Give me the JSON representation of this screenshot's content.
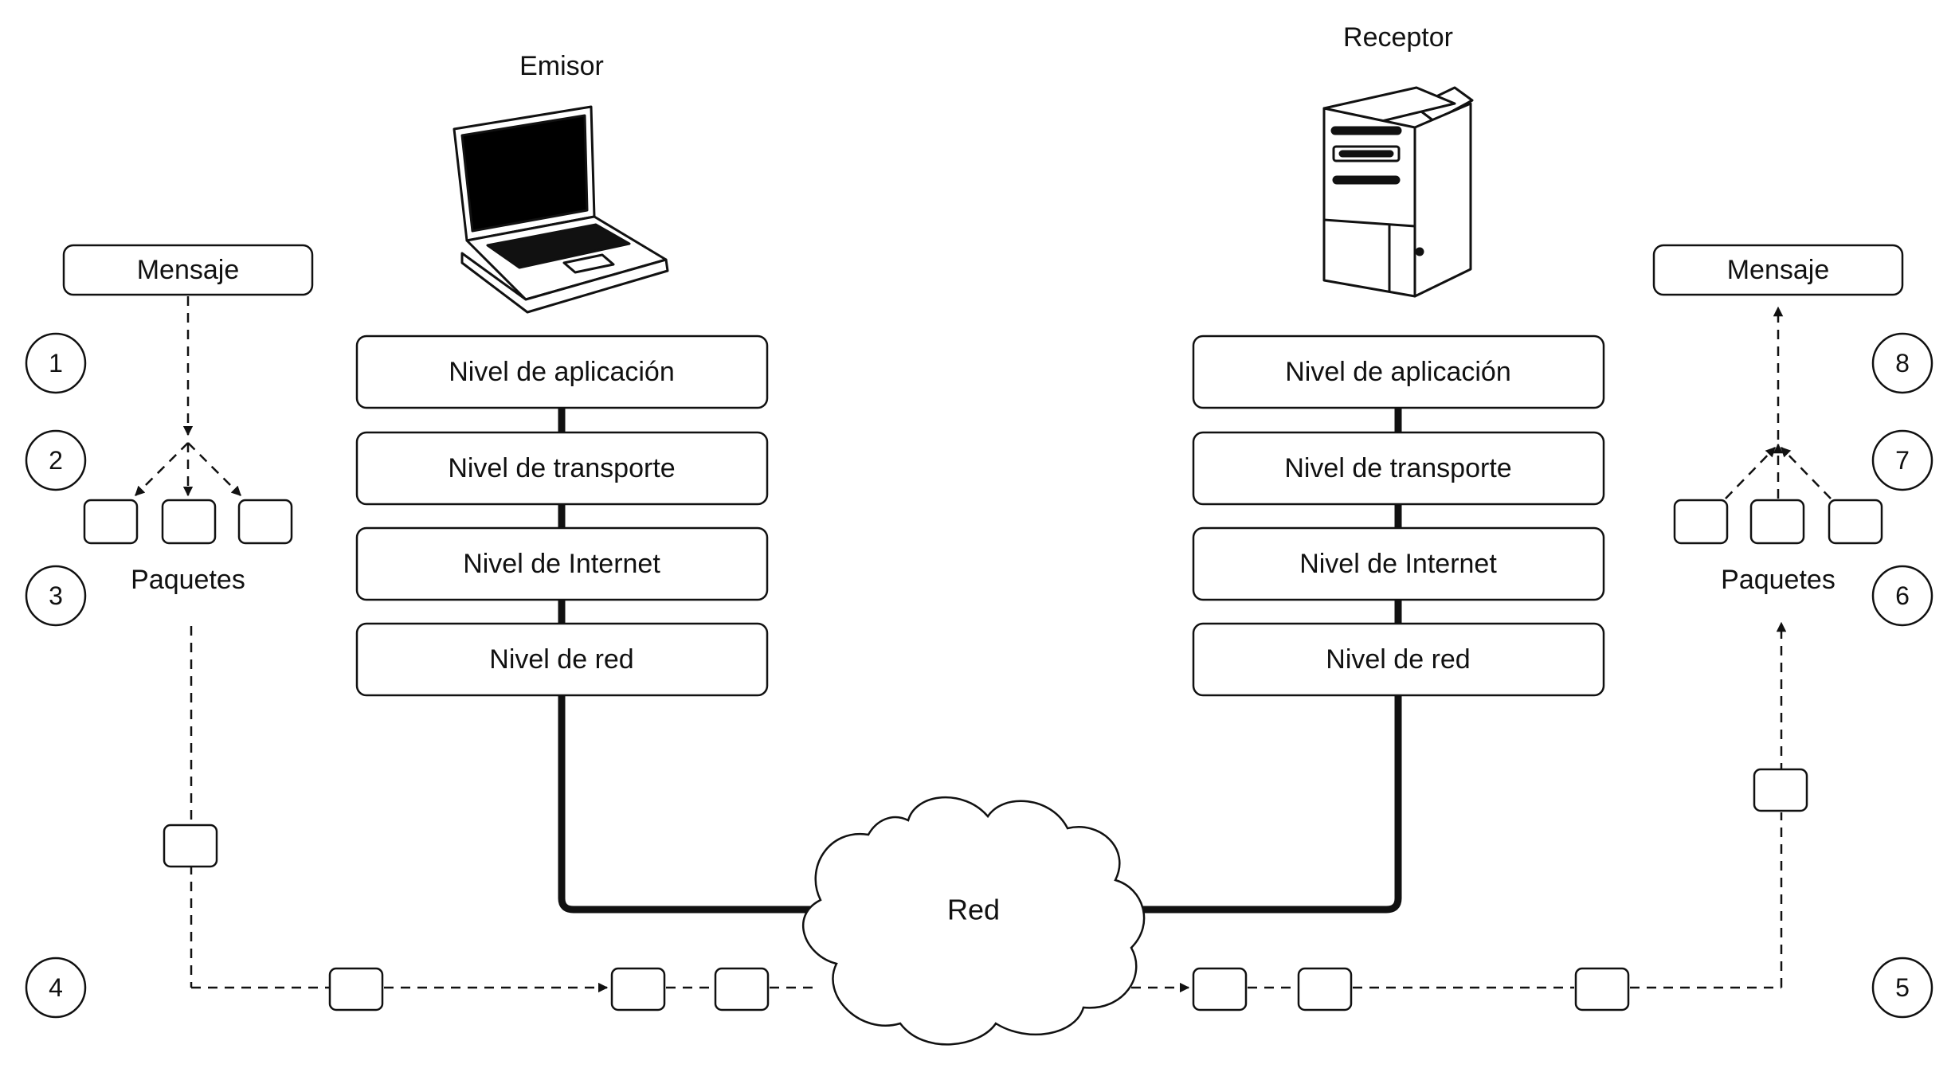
{
  "emisor": {
    "title": "Emisor",
    "layers": [
      "Nivel de aplicación",
      "Nivel de transporte",
      "Nivel de Internet",
      "Nivel de red"
    ]
  },
  "receptor": {
    "title": "Receptor",
    "layers": [
      "Nivel de aplicación",
      "Nivel de transporte",
      "Nivel de Internet",
      "Nivel de red"
    ]
  },
  "network": {
    "label": "Red"
  },
  "left_flow": {
    "message": "Mensaje",
    "packets_label": "Paquetes"
  },
  "right_flow": {
    "message": "Mensaje",
    "packets_label": "Paquetes"
  },
  "steps": [
    "1",
    "2",
    "3",
    "4",
    "5",
    "6",
    "7",
    "8"
  ],
  "colors": {
    "stroke": "#111111",
    "background": "#ffffff"
  }
}
